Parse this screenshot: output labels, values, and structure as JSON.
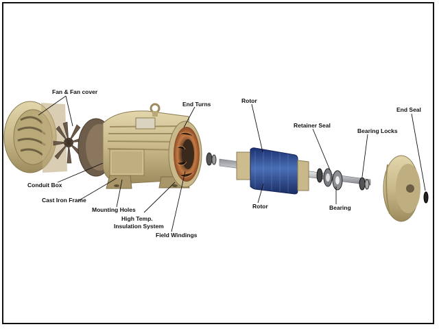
{
  "labels": {
    "fan_cover": "Fan & Fan cover",
    "conduit_box": "Conduit Box",
    "cast_iron_frame": "Cast Iron Frame",
    "mounting_holes": "Mounting Holes",
    "insulation_line1": "High Temp.",
    "insulation_line2": "Insulation System",
    "field_windings": "Field Windings",
    "end_turns": "End Turns",
    "rotor_top": "Rotor",
    "rotor_bottom": "Rotor",
    "retainer_seal": "Retainer Seal",
    "bearing_locks": "Bearing Locks",
    "bearing": "Bearing",
    "end_seal": "End Seal"
  },
  "colors": {
    "casting_gold": "#c9b98a",
    "casting_shadow": "#a89668",
    "winding_copper": "#b8683a",
    "rotor_blue": "#2b4a8c",
    "shaft_steel": "#b9bcc0",
    "fan_dark": "#6b5a4a"
  }
}
